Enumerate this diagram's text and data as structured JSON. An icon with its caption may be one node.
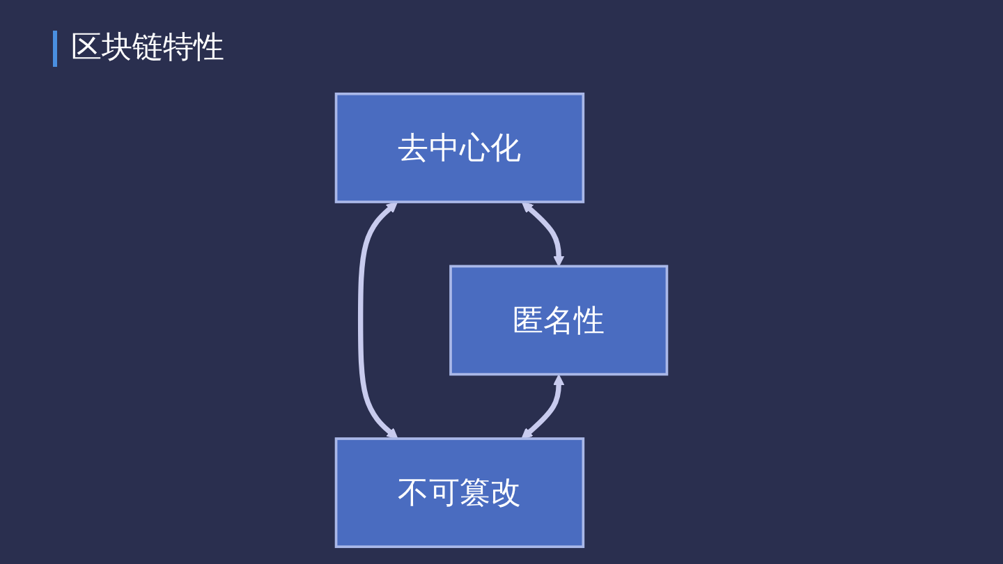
{
  "diagram": {
    "title": "区块链特性",
    "nodes": [
      {
        "text": [
          "去中心化"
        ]
      },
      {
        "text": [
          "匿名性"
        ]
      },
      {
        "text": [
          "不可篡改"
        ]
      }
    ],
    "edges": [
      {
        "from": 0,
        "to": 1,
        "arrow": "both"
      },
      {
        "from": 0,
        "to": 2,
        "arrow": "both"
      },
      {
        "from": 1,
        "to": 2,
        "arrow": "both"
      }
    ]
  }
}
